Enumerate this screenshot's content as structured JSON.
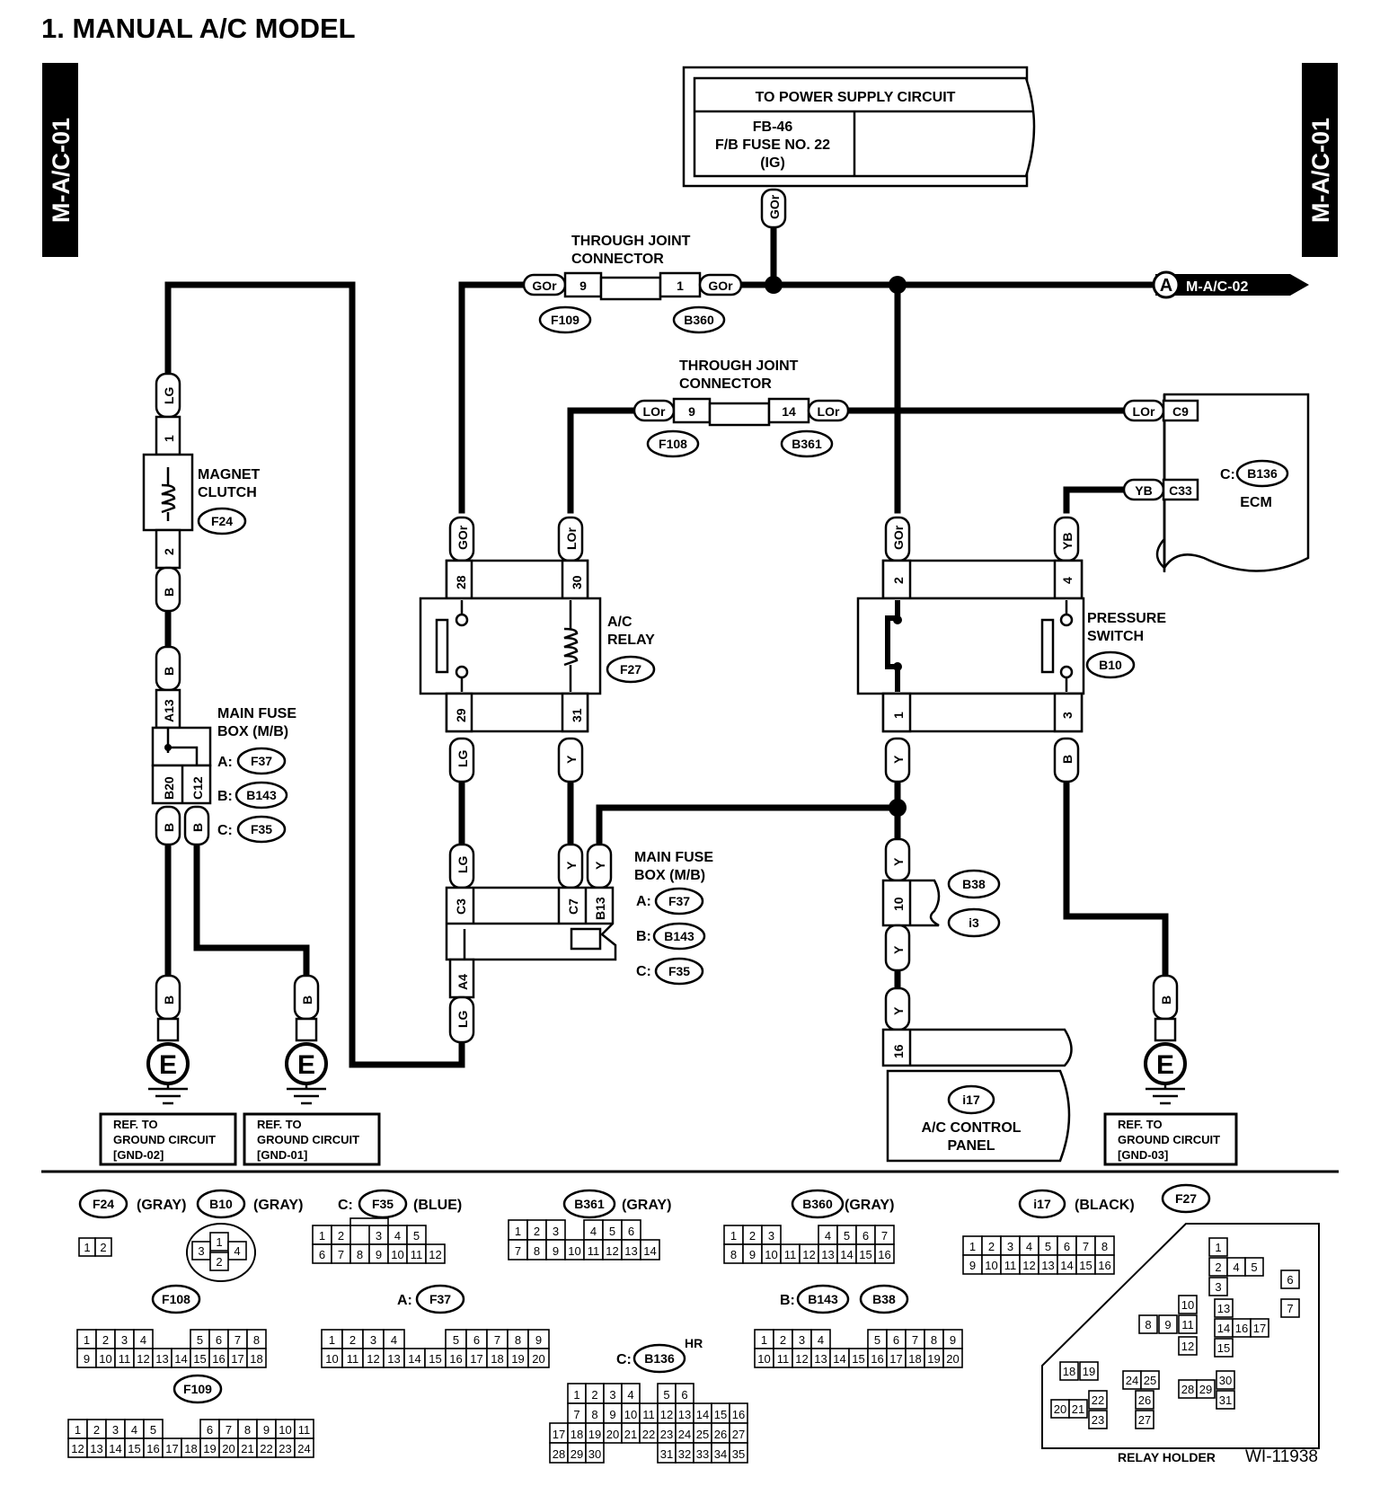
{
  "title": "1. MANUAL A/C MODEL",
  "side_tab": "M-A/C-01",
  "power_supply": {
    "header": "TO POWER SUPPLY CIRCUIT",
    "line1": "FB-46",
    "line2": "F/B FUSE NO. 22",
    "line3": "(IG)"
  },
  "through_joint": "THROUGH JOINT",
  "connector_word": "CONNECTOR",
  "continuation": {
    "letter": "A",
    "ref": "M-A/C-02"
  },
  "wire_colors": {
    "GOr": "GOr",
    "LOr": "LOr",
    "LG": "LG",
    "B": "B",
    "Y": "Y",
    "YB": "YB"
  },
  "connectors": {
    "F109": "F109",
    "B360": "B360",
    "F108": "F108",
    "B361": "B361",
    "F24": "F24",
    "F27": "F27",
    "B10": "B10",
    "B136": "B136",
    "F37": "F37",
    "B143": "B143",
    "F35": "F35",
    "B38": "B38",
    "i3": "i3",
    "i17": "i17"
  },
  "components": {
    "magnet_clutch_1": "MAGNET",
    "magnet_clutch_2": "CLUTCH",
    "ac_relay_1": "A/C",
    "ac_relay_2": "RELAY",
    "pressure_switch_1": "PRESSURE",
    "pressure_switch_2": "SWITCH",
    "main_fuse_1": "MAIN FUSE",
    "main_fuse_2": "BOX (M/B)",
    "ecm": "ECM",
    "ecm_prefix": "C:",
    "ac_panel_1": "A/C CONTROL",
    "ac_panel_2": "PANEL",
    "prefix_a": "A:",
    "prefix_b": "B:",
    "prefix_c": "C:"
  },
  "pins": {
    "p9": "9",
    "p1": "1",
    "p14": "14",
    "p2": "2",
    "p28": "28",
    "p30": "30",
    "p29": "29",
    "p31": "31",
    "p4": "4",
    "p3": "3",
    "p10": "10",
    "p16": "16",
    "A13": "A13",
    "B20": "B20",
    "C12": "C12",
    "C3": "C3",
    "C7": "C7",
    "B13": "B13",
    "A4": "A4",
    "C9": "C9",
    "C33": "C33"
  },
  "ground_symbol": "E",
  "ground_refs": [
    {
      "l1": "REF. TO",
      "l2": "GROUND CIRCUIT",
      "l3": "[GND-02]"
    },
    {
      "l1": "REF. TO",
      "l2": "GROUND CIRCUIT",
      "l3": "[GND-01]"
    },
    {
      "l1": "REF. TO",
      "l2": "GROUND CIRCUIT",
      "l3": "[GND-03]"
    }
  ],
  "legend": {
    "gray": "(GRAY)",
    "blue": "(BLUE)",
    "black": "(BLACK)",
    "hr": "HR",
    "relay_holder": "RELAY HOLDER",
    "figure_id": "WI-11938"
  }
}
